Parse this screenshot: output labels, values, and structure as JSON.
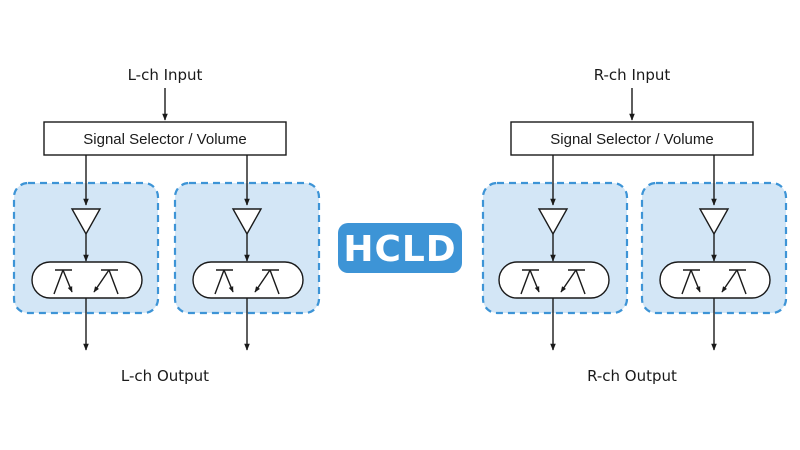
{
  "badge": {
    "label": "HCLD",
    "color": "#3d94d6"
  },
  "channels": [
    {
      "input_label": "L-ch Input",
      "selector_label": "Signal Selector / Volume",
      "output_label": "L-ch Output"
    },
    {
      "input_label": "R-ch Input",
      "selector_label": "Signal Selector / Volume",
      "output_label": "R-ch Output"
    }
  ],
  "colors": {
    "panel_fill": "#d3e6f6",
    "panel_border": "#3d94d6",
    "line": "#1a1a1a"
  }
}
